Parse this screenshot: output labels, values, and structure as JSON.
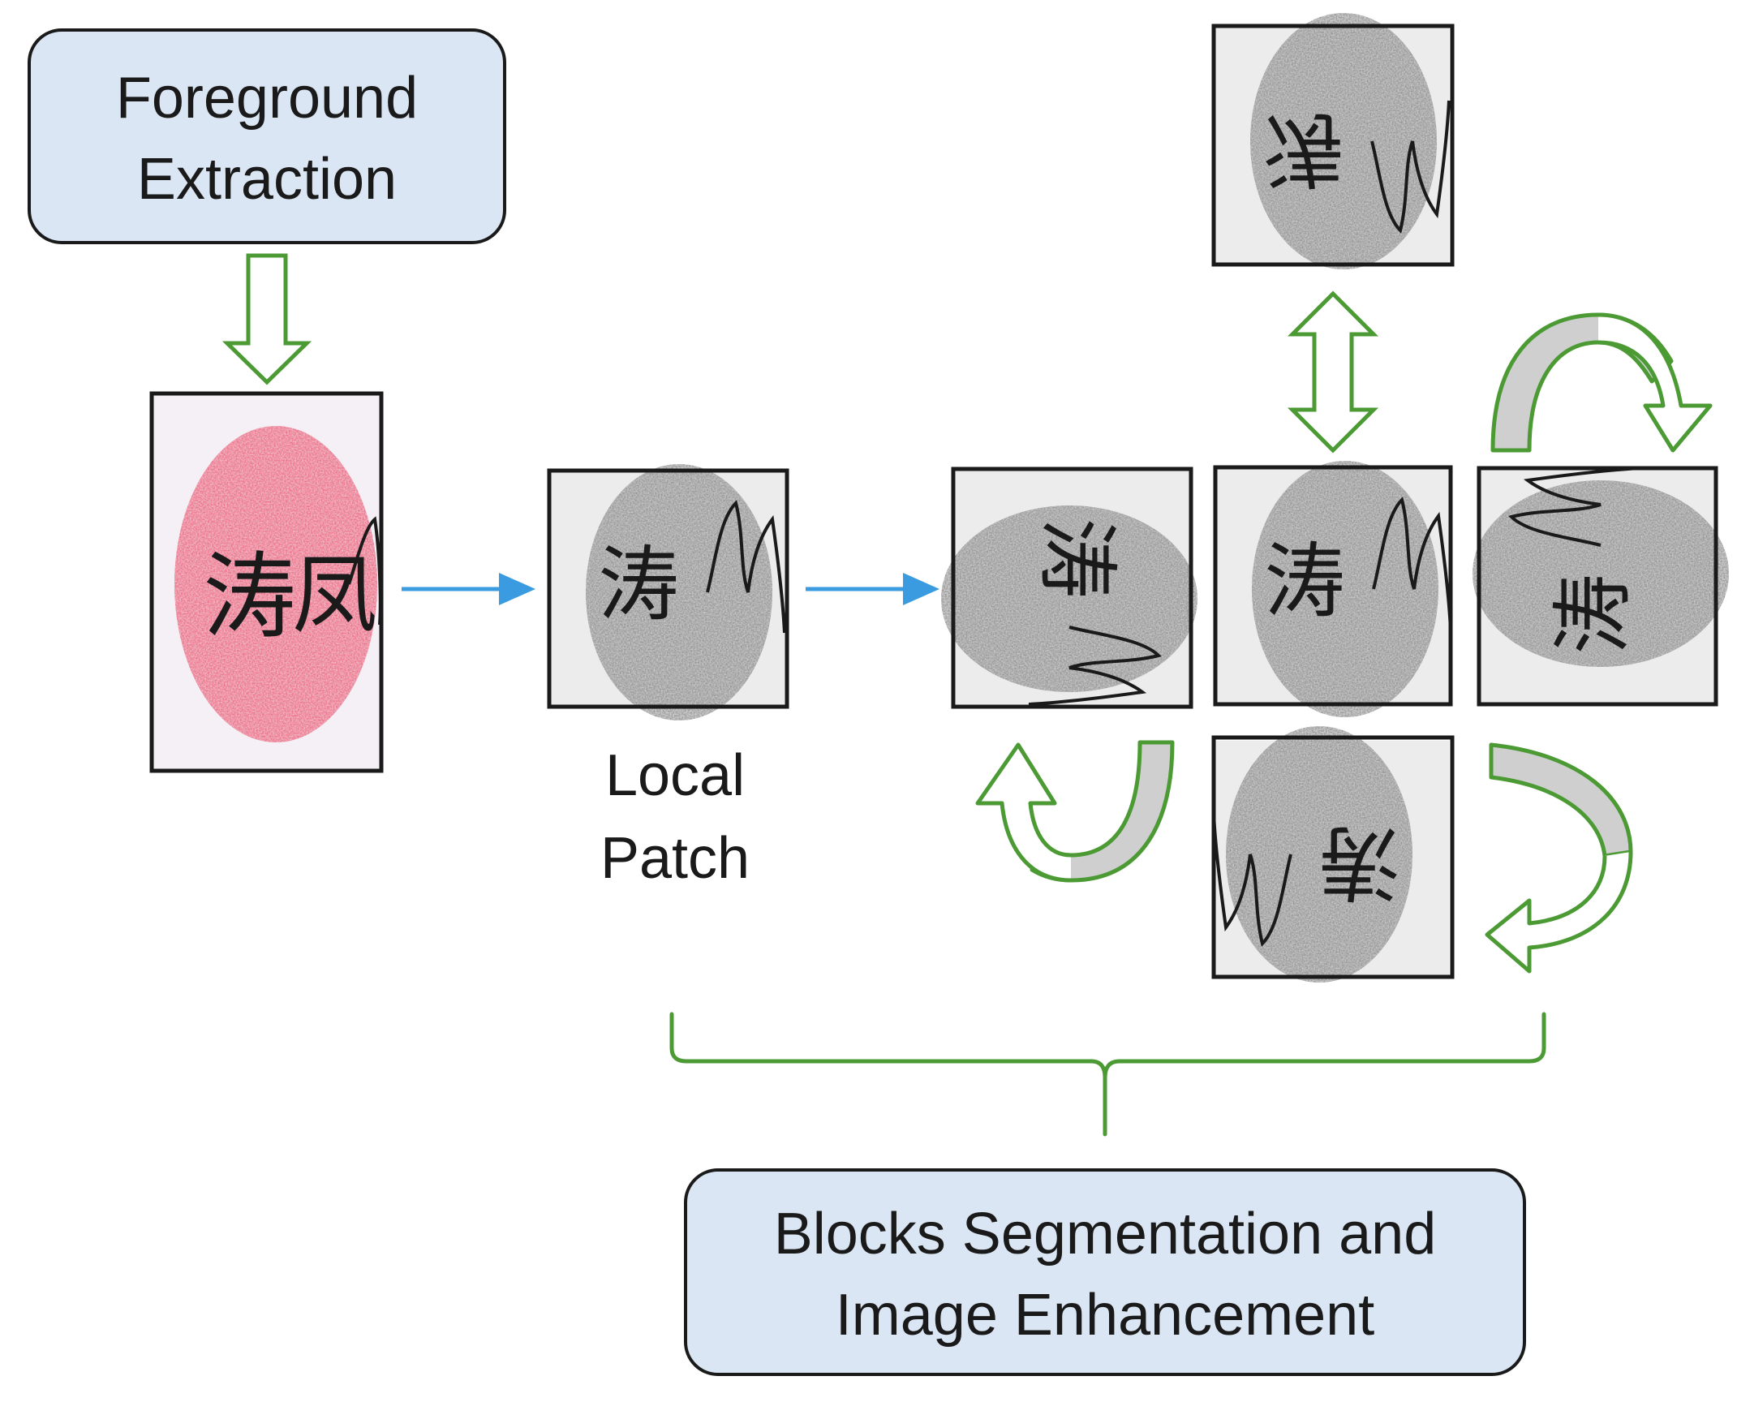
{
  "labels": {
    "foreground_line1": "Foreground",
    "foreground_line2": "Extraction",
    "local_patch_line1": "Local",
    "local_patch_line2": "Patch",
    "blocks_line1": "Blocks Segmentation and",
    "blocks_line2": "Image Enhancement"
  },
  "signature_chars": {
    "a": "涛",
    "b": "凤"
  },
  "colors": {
    "box_fill": "#dae6f4",
    "box_stroke": "#1a1a1a",
    "green": "#4b9a34",
    "blue": "#3a9be0",
    "arrow_gray": "#cfcfcf",
    "print_pink": "#ec5f79",
    "print_gray": "#8a8a8a",
    "patch_bg": "#ececec",
    "ink": "#1a1a1a"
  }
}
